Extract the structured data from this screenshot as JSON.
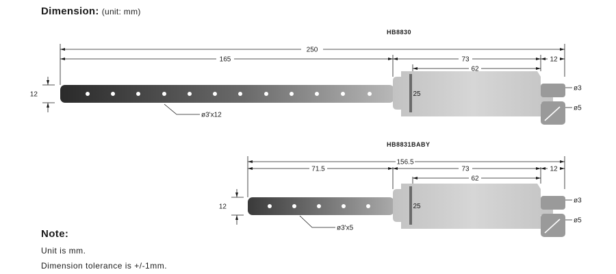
{
  "heading": {
    "title": "Dimension:",
    "unit": "(unit: mm)"
  },
  "bands": [
    {
      "model": "HB8830",
      "dims": {
        "total": "250",
        "strap": "165",
        "tag": "73",
        "window": "62",
        "tip": "12",
        "height": "12",
        "tag_height": "25",
        "holes": "ø3'x12",
        "hole_small": "ø3",
        "hole_large": "ø5"
      }
    },
    {
      "model": "HB8831BABY",
      "dims": {
        "total": "156.5",
        "strap": "71.5",
        "tag": "73",
        "window": "62",
        "tip": "12",
        "height": "12",
        "tag_height": "25",
        "holes": "ø3'x5",
        "hole_small": "ø3",
        "hole_large": "ø5"
      }
    }
  ],
  "note": {
    "title": "Note:",
    "lines": [
      "Unit is mm.",
      "Dimension tolerance is +/-1mm."
    ]
  }
}
